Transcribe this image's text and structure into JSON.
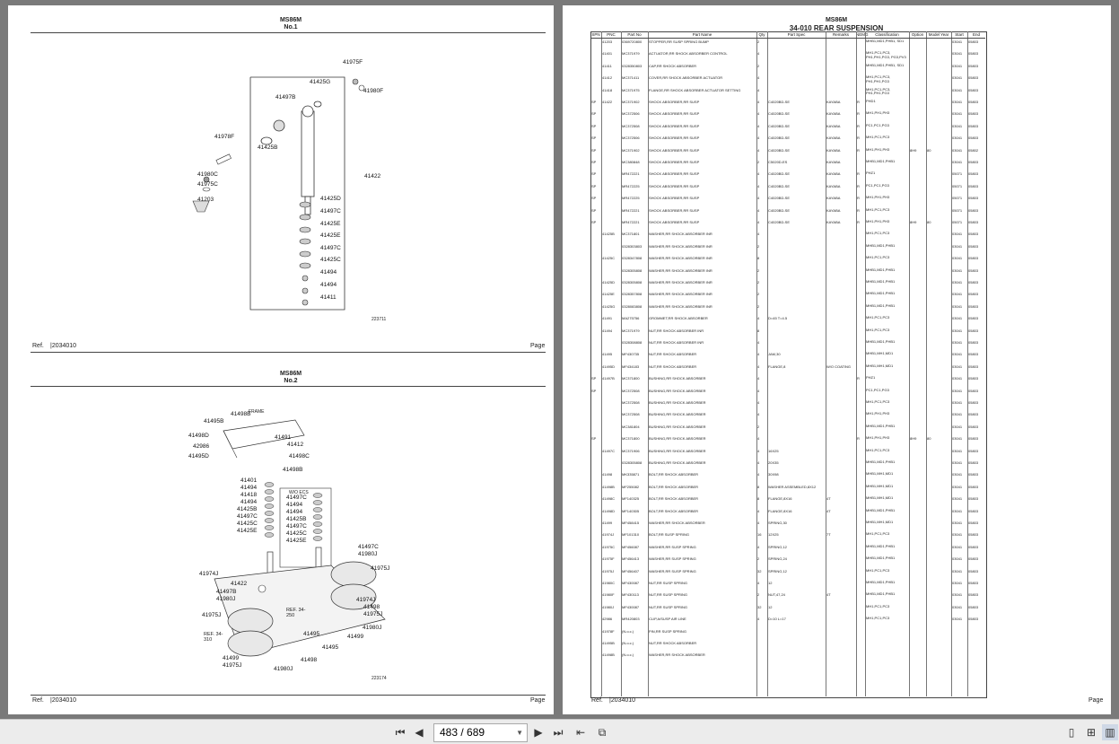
{
  "left_page": {
    "diagram1": {
      "model": "MS86M",
      "number": "No.1",
      "ref_label": "Ref.",
      "ref_code": "|2034010",
      "page_label": "Page",
      "fig_code": "223711",
      "callouts": [
        "41975F",
        "41980F",
        "41425G",
        "41497B",
        "41425B",
        "41978F",
        "41980C",
        "41975C",
        "41203",
        "41422",
        "41425D",
        "41497C",
        "41425E",
        "41425E",
        "41497C",
        "41425C",
        "41494",
        "41494",
        "41411"
      ]
    },
    "diagram2": {
      "model": "MS86M",
      "number": "No.2",
      "ref_label": "Ref.",
      "ref_code": "|2034010",
      "page_label": "Page",
      "frame_label": "FRAME",
      "wo_ecs_label": "W/O ECS",
      "ref_a": "REF. 34-250",
      "ref_b": "REF. 34-310",
      "fig_code": "223174",
      "callouts": [
        "41498B",
        "41495B",
        "41498D",
        "42986",
        "41495D",
        "41491",
        "41412",
        "41498C",
        "41498B",
        "41401",
        "41494",
        "41418",
        "41494",
        "41425B",
        "41497C",
        "41425C",
        "41425E",
        "41497C",
        "41494",
        "41494",
        "41425B",
        "41497C",
        "41425C",
        "41425E",
        "41497C",
        "41980J",
        "41975J",
        "41974J",
        "41422",
        "41497B",
        "41980J",
        "41975J",
        "41974J",
        "41498",
        "41975J",
        "41980J",
        "41499",
        "41495",
        "41495",
        "41499",
        "41975J",
        "41980J",
        "41498"
      ]
    }
  },
  "right_page": {
    "model": "MS86M",
    "title": "34-010 REAR SUSPENSION",
    "ref_label": "Ref.",
    "ref_code": "|2034010",
    "page_label": "Page",
    "columns": [
      "SPN",
      "PNC",
      "Part No",
      "Part Name",
      "Qty",
      "Part Spec",
      "Remarks",
      "NEMG",
      "Classification",
      "Option",
      "Model Year",
      "Start",
      "End"
    ],
    "rows": [
      [
        "",
        "41203",
        "0369720800",
        "STOPPER,RR SUSP SPRING BUMP",
        "2",
        "",
        "",
        "",
        "MHB1,MD1,PHB1, SD1",
        "",
        "",
        "03041",
        "05803"
      ],
      [
        "",
        "41401",
        "MC371979",
        "ACTUATOR,RR SHOCK ABSORBER CONTROL",
        "4",
        "",
        "",
        "",
        "MH1,PC1,PC3, PH1,PH1,PG3, PG3,PV3",
        "",
        "",
        "03041",
        "05803"
      ],
      [
        "",
        "41411",
        "0328350803",
        "CAP,RR SHOCK ABSORBER",
        "2",
        "",
        "",
        "",
        "MHB1,MD1,PHB1, SD1",
        "",
        "",
        "03041",
        "05803"
      ],
      [
        "",
        "41412",
        "MC371411",
        "COVER,RR SHOCK ABSORBER ACTUATOR",
        "4",
        "",
        "",
        "",
        "MH1,PC1,PC3, PH1,PH1,PG3",
        "",
        "",
        "03041",
        "05803"
      ],
      [
        "",
        "41418",
        "MC371975",
        "FLANGE,RR SHOCK ABSORBER ACTUATOR SETTING",
        "4",
        "",
        "",
        "",
        "MH1,PC1,PC3, PH1,PH1,PG3",
        "",
        "",
        "03041",
        "05803"
      ],
      [
        "SP",
        "41422",
        "MC371902",
        "SHOCK ABSORBER,RR SUSP",
        "4",
        "C4020BD-SE",
        "KAYABA",
        "R",
        "PHD1",
        "",
        "",
        "03041",
        "05803"
      ],
      [
        "SP",
        "",
        "MC372506",
        "SHOCK ABSORBER,RR SUSP",
        "4",
        "C4020BD-SE",
        "KAYABA",
        "R",
        "MH1,PH1,PH3",
        "",
        "",
        "03041",
        "05803"
      ],
      [
        "SP",
        "",
        "MC372508",
        "SHOCK ABSORBER,RR SUSP",
        "4",
        "C4020BD-SE",
        "KAYABA",
        "R",
        "PC1,PC1,PG3",
        "",
        "",
        "03041",
        "05803"
      ],
      [
        "SP",
        "",
        "MC372506",
        "SHOCK ABSORBER,RR SUSP",
        "4",
        "C4020BD-SE",
        "KAYABA",
        "R",
        "MH1,PC1,PC3",
        "",
        "",
        "03041",
        "05803"
      ],
      [
        "SP",
        "",
        "MC371902",
        "SHOCK ABSORBER,RR SUSP",
        "4",
        "C4020BD-SE",
        "KAYABA",
        "R",
        "MH1,PH1,PH3",
        "8H9",
        "80",
        "03041",
        "05802"
      ],
      [
        "SP",
        "",
        "MC380848",
        "SHOCK ABSORBER,RR SUSP",
        "2",
        "C5020D-ES",
        "KAYABA",
        "",
        "MHB1,MD1,PHB1",
        "",
        "",
        "03041",
        "05803"
      ],
      [
        "SP",
        "",
        "MR472221",
        "SHOCK ABSORBER,RR SUSP",
        "4",
        "C4020BD-SE",
        "KAYABA",
        "R",
        "PHZ1",
        "",
        "",
        "05071",
        "05803"
      ],
      [
        "SP",
        "",
        "MR472225",
        "SHOCK ABSORBER,RR SUSP",
        "4",
        "C4020BD-SE",
        "KAYABA",
        "R",
        "PC1,PC1,PG3",
        "",
        "",
        "05071",
        "05803"
      ],
      [
        "SP",
        "",
        "MR472225",
        "SHOCK ABSORBER,RR SUSP",
        "4",
        "C4020BD-SE",
        "KAYABA",
        "R",
        "MH1,PH1,PH3",
        "",
        "",
        "05071",
        "05803"
      ],
      [
        "SP",
        "",
        "MR472221",
        "SHOCK ABSORBER,RR SUSP",
        "4",
        "C4020BD-SE",
        "KAYABA",
        "R",
        "MH1,PC1,PC3",
        "",
        "",
        "05071",
        "05803"
      ],
      [
        "SP",
        "",
        "MR472221",
        "SHOCK ABSORBER,RR SUSP",
        "4",
        "C4020BD-SE",
        "KAYABA",
        "R",
        "MH1,PH1,PH3",
        "8H9",
        "80",
        "05071",
        "05803"
      ],
      [
        "",
        "41425B",
        "MC371801",
        "WASHER,RR SHOCK ABSORBER INR",
        "4",
        "",
        "",
        "",
        "MH1,PC1,PC3",
        "",
        "",
        "03041",
        "05803"
      ],
      [
        "",
        "",
        "0328303803",
        "WASHER,RR SHOCK ABSORBER INR",
        "2",
        "",
        "",
        "",
        "MHB1,MD1,PHB1",
        "",
        "",
        "03041",
        "05803"
      ],
      [
        "",
        "41425C",
        "0328347808",
        "WASHER,RR SHOCK ABSORBER INR",
        "8",
        "",
        "",
        "",
        "MH1,PC1,PC3",
        "",
        "",
        "03041",
        "05803"
      ],
      [
        "",
        "",
        "0328305808",
        "WASHER,RR SHOCK ABSORBER INR",
        "2",
        "",
        "",
        "",
        "MHB1,MD1,PHB1",
        "",
        "",
        "03041",
        "05803"
      ],
      [
        "",
        "41425D",
        "0328305808",
        "WASHER,RR SHOCK ABSORBER INR",
        "2",
        "",
        "",
        "",
        "MHB1,MD1,PHB1",
        "",
        "",
        "03041",
        "05803"
      ],
      [
        "",
        "41425E",
        "0328357808",
        "WASHER,RR SHOCK ABSORBER INR",
        "2",
        "",
        "",
        "",
        "MHB1,MD1,PHB1",
        "",
        "",
        "03041",
        "05803"
      ],
      [
        "",
        "41425G",
        "0328083808",
        "WASHER,RR SHOCK ABSORBER INR",
        "2",
        "",
        "",
        "",
        "MHB1,MD1,PHB1",
        "",
        "",
        "03041",
        "05803"
      ],
      [
        "",
        "41491",
        "MA275756",
        "GROMMET,RR SHOCK ABSORBER",
        "4",
        "D=45 T=4.5",
        "",
        "",
        "MH1,PC1,PC3",
        "",
        "",
        "03041",
        "05803"
      ],
      [
        "",
        "41494",
        "MC371979",
        "NUT,RR SHOCK ABSORBER INR",
        "8",
        "",
        "",
        "",
        "MH1,PC1,PC3",
        "",
        "",
        "03041",
        "05803"
      ],
      [
        "",
        "",
        "0328308808",
        "NUT,RR SHOCK ABSORBER INR",
        "4",
        "",
        "",
        "",
        "MHB1,MD1,PHB1",
        "",
        "",
        "03041",
        "05803"
      ],
      [
        "",
        "41495",
        "MF430735",
        "NUT,RR SHOCK ABSORBER",
        "4",
        "JAM,30",
        "",
        "",
        "MHB1,MH1,MD1",
        "",
        "",
        "03041",
        "05803"
      ],
      [
        "",
        "41495D",
        "MF434183",
        "NUT,RR SHOCK ABSORBER",
        "4",
        "FLANGE,8",
        "W/O COATING",
        "",
        "MHB1,MH1,MD1",
        "",
        "",
        "03041",
        "05803"
      ],
      [
        "SP",
        "41497B",
        "MC371800",
        "BUSHING,RR SHOCK ABSORBER",
        "4",
        "",
        "",
        "R",
        "PHZ1",
        "",
        "",
        "03041",
        "05803"
      ],
      [
        "SP",
        "",
        "MC372508",
        "BUSHING,RR SHOCK ABSORBER",
        "4",
        "",
        "",
        "",
        "PC1,PC1,PG3",
        "",
        "",
        "03041",
        "05803"
      ],
      [
        "",
        "",
        "MC372508",
        "BUSHING,RR SHOCK ABSORBER",
        "4",
        "",
        "",
        "",
        "MH1,PC1,PC3",
        "",
        "",
        "03041",
        "05803"
      ],
      [
        "",
        "",
        "MC372508",
        "BUSHING,RR SHOCK ABSORBER",
        "4",
        "",
        "",
        "",
        "MH1,PH1,PH3",
        "",
        "",
        "03041",
        "05803"
      ],
      [
        "",
        "",
        "MC381804",
        "BUSHING,RR SHOCK ABSORBER",
        "2",
        "",
        "",
        "",
        "MHB1,MD1,PHB1",
        "",
        "",
        "03041",
        "05803"
      ],
      [
        "SP",
        "",
        "MC371800",
        "BUSHING,RR SHOCK ABSORBER",
        "4",
        "",
        "",
        "R",
        "MH1,PH1,PH3",
        "8H9",
        "80",
        "03041",
        "05803"
      ],
      [
        "",
        "41497C",
        "MC371906",
        "BUSHING,RR SHOCK ABSORBER",
        "4",
        "16X25",
        "",
        "",
        "MH1,PC1,PC3",
        "",
        "",
        "03041",
        "05803"
      ],
      [
        "",
        "",
        "0328305808",
        "BUSHING,RR SHOCK ABSORBER",
        "4",
        "20X35",
        "",
        "",
        "MHB1,MD1,PHB1",
        "",
        "",
        "03041",
        "05803"
      ],
      [
        "",
        "41498",
        "MK335871",
        "BOLT,RR SHOCK ABSORBER",
        "4",
        "30X98",
        "",
        "",
        "MHB1,MH1,MD1",
        "",
        "",
        "03041",
        "05803"
      ],
      [
        "",
        "41498B",
        "MF255082",
        "BOLT,RR SHOCK ABSORBER",
        "8",
        "WASHER ASSEMBLED,8X12",
        "",
        "",
        "MHB1,MH1,MD1",
        "",
        "",
        "03041",
        "05803"
      ],
      [
        "",
        "41498C",
        "MF140325",
        "BOLT,RR SHOCK ABSORBER",
        "8",
        "FLANGE,8X16",
        "4T",
        "",
        "MHB1,MH1,MD1",
        "",
        "",
        "03041",
        "05803"
      ],
      [
        "",
        "41498D",
        "MF140305",
        "BOLT,RR SHOCK ABSORBER",
        "4",
        "FLANGE,8X16",
        "4T",
        "",
        "MHB1,MD1,PHB1",
        "",
        "",
        "03041",
        "05803"
      ],
      [
        "",
        "41499",
        "MF458415",
        "WASHER,RR SHOCK ABSORBER",
        "4",
        "SPRING,30",
        "",
        "",
        "MHB1,MH1,MD1",
        "",
        "",
        "03041",
        "05803"
      ],
      [
        "",
        "41974J",
        "MF101310",
        "BOLT,RR SUSP SPRING",
        "16",
        "12X25",
        "7T",
        "",
        "MH1,PC1,PC3",
        "",
        "",
        "03041",
        "05803"
      ],
      [
        "",
        "41975C",
        "MF456087",
        "WASHER,RR SUSP SPRING",
        "4",
        "SPRING,12",
        "",
        "",
        "MHB1,MD1,PHB1",
        "",
        "",
        "03041",
        "05803"
      ],
      [
        "",
        "41975F",
        "MF456413",
        "WASHER,RR SUSP SPRING",
        "2",
        "SPRING,24",
        "",
        "",
        "MHB1,MD1,PHB1",
        "",
        "",
        "03041",
        "05803"
      ],
      [
        "",
        "41975J",
        "MF456407",
        "WASHER,RR SUSP SPRING",
        "32",
        "SPRING,12",
        "",
        "",
        "MH1,PC1,PC3",
        "",
        "",
        "03041",
        "05803"
      ],
      [
        "",
        "41980C",
        "MF430087",
        "NUT,RR SUSP SPRING",
        "4",
        "12",
        "",
        "",
        "MHB1,MD1,PHB1",
        "",
        "",
        "03041",
        "05803"
      ],
      [
        "",
        "41980F",
        "MF430113",
        "NUT,RR SUSP SPRING",
        "2",
        "NUT,47,24",
        "4T",
        "",
        "MHB1,MD1,PHB1",
        "",
        "",
        "03041",
        "05803"
      ],
      [
        "",
        "41980J",
        "MF430087",
        "NUT,RR SUSP SPRING",
        "32",
        "12",
        "",
        "",
        "MH1,PC1,PC3",
        "",
        "",
        "03041",
        "05803"
      ],
      [
        "",
        "42986",
        "MR420803",
        "CLIP,A/SUSP AIR LINE",
        "4",
        "D=10 L=17",
        "",
        "",
        "MH1,PC1,PC3",
        "",
        "",
        "03041",
        "05803"
      ],
      [
        "",
        "41978F",
        "(N.o.c.)",
        "PIN,RR SUSP SPRING",
        "",
        "",
        "",
        "",
        "",
        "",
        "",
        "",
        ""
      ],
      [
        "",
        "41495B",
        "(N.o.c.)",
        "NUT,RR SHOCK ABSORBER",
        "",
        "",
        "",
        "",
        "",
        "",
        "",
        "",
        ""
      ],
      [
        "",
        "41498B",
        "(N.o.c.)",
        "WASHER,RR SHOCK ABSORBER",
        "",
        "",
        "",
        "",
        "",
        "",
        "",
        "",
        ""
      ]
    ]
  },
  "toolbar": {
    "page_value": "483 / 689",
    "icons": [
      "first-page-icon",
      "prev-page-icon",
      "next-page-icon",
      "last-page-icon",
      "go-back-icon",
      "go-forward-icon",
      "single-page-icon",
      "double-page-icon",
      "two-up-icon"
    ]
  }
}
